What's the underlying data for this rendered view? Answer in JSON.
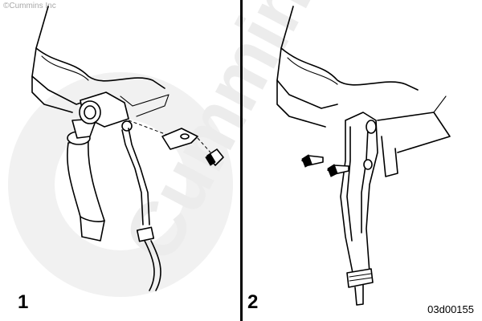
{
  "copyright": "©Cummins Inc",
  "watermark": "Cummins",
  "steps": {
    "first": "1",
    "second": "2"
  },
  "figure_id": "03d00155"
}
